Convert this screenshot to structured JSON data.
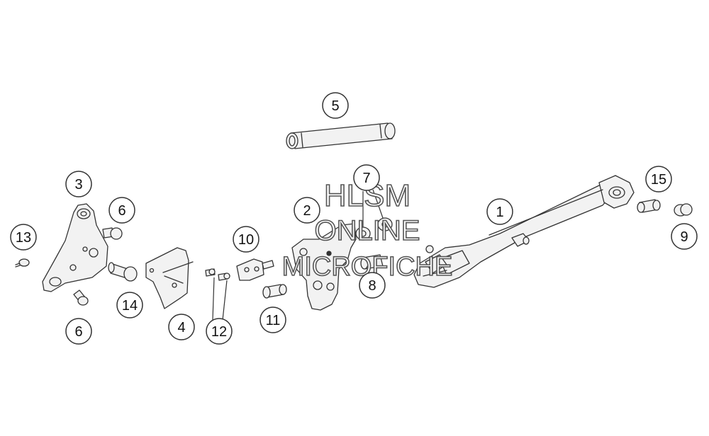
{
  "colors": {
    "background": "#ffffff",
    "line": "#333333",
    "part_fill": "#f2f2f2",
    "watermark_outline": "#555555"
  },
  "watermark": {
    "line1": "HLSM",
    "line2": "ONLINE",
    "line3": "MICROFICHE"
  },
  "callouts": [
    {
      "id": "c1",
      "label": "1"
    },
    {
      "id": "c2",
      "label": "2"
    },
    {
      "id": "c3",
      "label": "3"
    },
    {
      "id": "c4",
      "label": "4"
    },
    {
      "id": "c5",
      "label": "5"
    },
    {
      "id": "c6a",
      "label": "6"
    },
    {
      "id": "c6b",
      "label": "6"
    },
    {
      "id": "c7",
      "label": "7"
    },
    {
      "id": "c8",
      "label": "8"
    },
    {
      "id": "c9",
      "label": "9"
    },
    {
      "id": "c10",
      "label": "10"
    },
    {
      "id": "c11",
      "label": "11"
    },
    {
      "id": "c12",
      "label": "12"
    },
    {
      "id": "c13",
      "label": "13"
    },
    {
      "id": "c14",
      "label": "14"
    },
    {
      "id": "c15",
      "label": "15"
    }
  ]
}
